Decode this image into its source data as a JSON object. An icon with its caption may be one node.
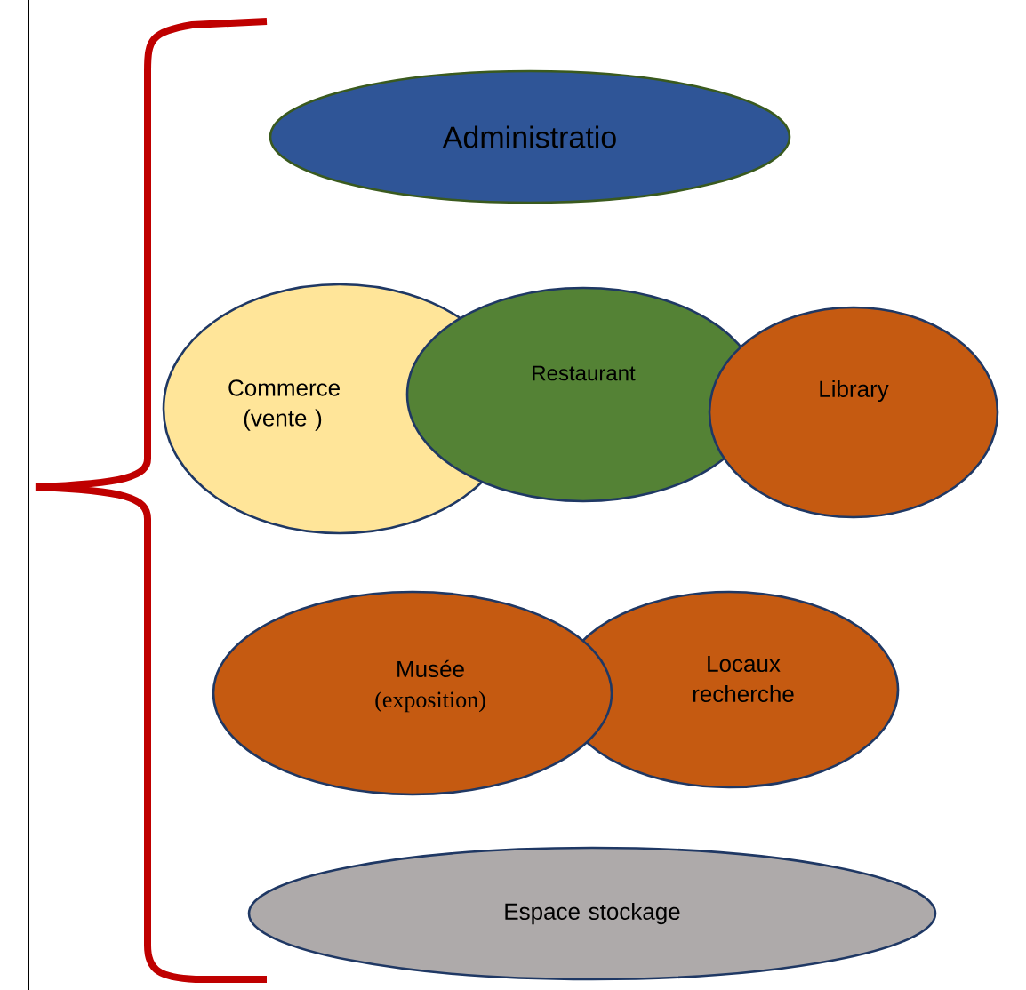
{
  "diagram": {
    "nodes": [
      {
        "text": [
          "Administratio"
        ]
      },
      {
        "text": [
          "Commerce (vente )"
        ]
      },
      {
        "text": [
          "Restaurant"
        ]
      },
      {
        "text": [
          "Library"
        ]
      },
      {
        "text": [
          "Musée",
          "(exposition)"
        ]
      },
      {
        "text": [
          "Locaux recherche"
        ]
      },
      {
        "text": [
          "Espace stockage"
        ]
      }
    ]
  }
}
